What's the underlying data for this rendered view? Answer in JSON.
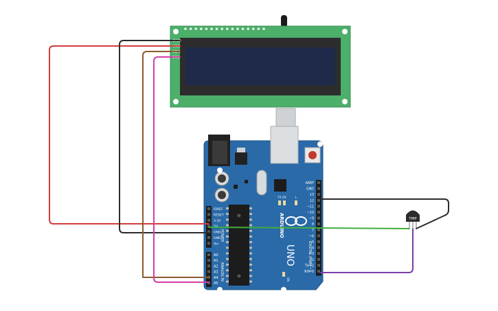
{
  "lcd": {
    "pins": [
      "GND",
      "VCC",
      "SDA",
      "SCL"
    ],
    "board_color": "#4caf6a",
    "screen_color": "#1f2a4a"
  },
  "arduino": {
    "board_color": "#2a6aa8",
    "logo_text": "ARDUINO",
    "model_text": "UNO",
    "power_header_label": "POWER",
    "power_pins": [
      "IOREF",
      "RESET",
      "3.3V",
      "5V",
      "GND",
      "GND",
      "Vin"
    ],
    "analog_header_label": "ANALOG IN",
    "analog_pins": [
      "A0",
      "A1",
      "A2",
      "A3",
      "A4",
      "A5"
    ],
    "digital_header_label": "DIGITAL (PWM ~)",
    "digital_pins": [
      "AREF",
      "GND",
      "13",
      "12",
      "~11",
      "~10",
      "~9",
      "8",
      "7",
      "~6",
      "~5",
      "4",
      "~3",
      "2",
      "TX→1",
      "RX←0"
    ],
    "led_labels": [
      "TX",
      "RX",
      "L"
    ],
    "on_label": "ON"
  },
  "sensor": {
    "label": "TMP"
  },
  "wires": {
    "red": "#d13b3b",
    "black": "#2b2b2b",
    "brown": "#8a5a2e",
    "magenta": "#d23fa6",
    "green": "#3fae3f",
    "purple": "#7a3fa6"
  }
}
